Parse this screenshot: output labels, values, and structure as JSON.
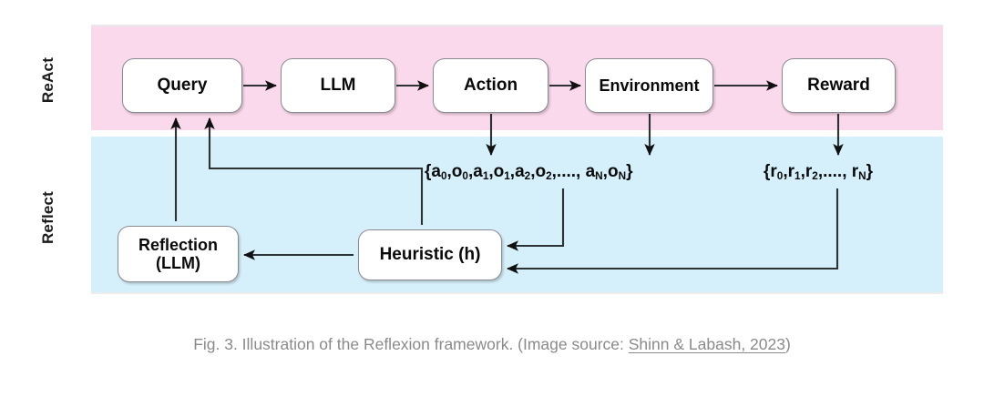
{
  "figure": {
    "panels": [
      {
        "id": "react",
        "label": "ReAct",
        "color": "#fbd9ec"
      },
      {
        "id": "reflect",
        "label": "Reflect",
        "color": "#d6f0fb"
      }
    ],
    "nodes": [
      {
        "id": "query",
        "label": "Query"
      },
      {
        "id": "llm",
        "label": "LLM"
      },
      {
        "id": "action",
        "label": "Action"
      },
      {
        "id": "environment",
        "label": "Environment"
      },
      {
        "id": "reward",
        "label": "Reward"
      },
      {
        "id": "reflection",
        "label_line1": "Reflection",
        "label_line2": "(LLM)"
      },
      {
        "id": "heuristic",
        "label": "Heuristic (h)"
      }
    ],
    "formulas": {
      "trajectory": {
        "open": "{a",
        "s0": "0",
        "t1": ",o",
        "s1": "0",
        "t2": ",a",
        "s2": "1",
        "t3": ",o",
        "s3": "1",
        "t4": ",a",
        "s4": "2",
        "t5": ",o",
        "s5": "2",
        "t6": ",...., a",
        "s6": "N",
        "t7": ",o",
        "s7": "N",
        "close": "}"
      },
      "rewards": {
        "open": "{r",
        "s0": "0",
        "t1": ",r",
        "s1": "1",
        "t2": ",r",
        "s2": "2",
        "t3": ",...., r",
        "s3": "N",
        "close": "}"
      }
    },
    "edges": [
      {
        "from": "query",
        "to": "llm",
        "kind": "arrow"
      },
      {
        "from": "llm",
        "to": "action",
        "kind": "arrow"
      },
      {
        "from": "action",
        "to": "environment",
        "kind": "arrow"
      },
      {
        "from": "environment",
        "to": "reward",
        "kind": "arrow"
      },
      {
        "from": "action",
        "to": "trajectory",
        "kind": "arrow"
      },
      {
        "from": "environment",
        "to": "trajectory",
        "kind": "arrow"
      },
      {
        "from": "reward",
        "to": "rewards",
        "kind": "arrow"
      },
      {
        "from": "trajectory",
        "to": "heuristic",
        "kind": "arrow"
      },
      {
        "from": "rewards",
        "to": "heuristic",
        "kind": "arrow"
      },
      {
        "from": "heuristic",
        "to": "reflection",
        "kind": "arrow"
      },
      {
        "from": "heuristic",
        "to": "query",
        "kind": "arrow"
      },
      {
        "from": "reflection",
        "to": "query",
        "kind": "arrow"
      }
    ]
  },
  "caption": {
    "prefix": "Fig. 3. Illustration of the Reflexion framework. (Image source: ",
    "link_text": "Shinn & Labash, 2023",
    "suffix": ")"
  }
}
